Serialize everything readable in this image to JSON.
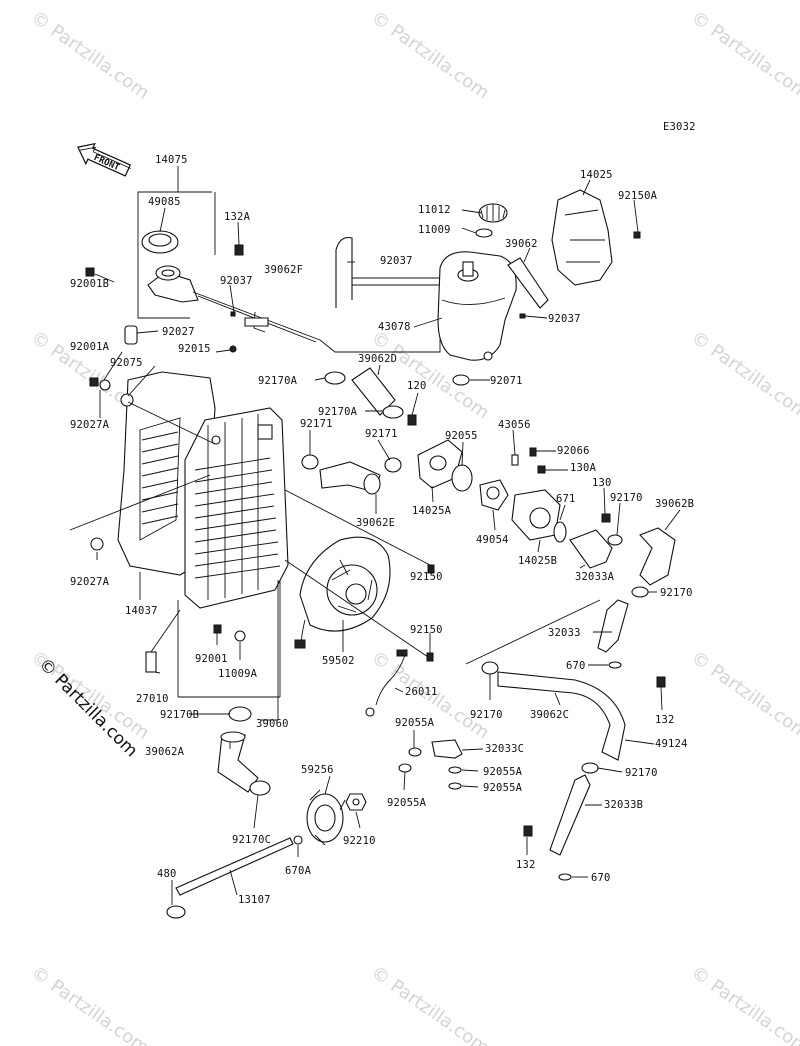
{
  "diagram_code": "E3032",
  "front_label": "FRONT",
  "copyright": "© Partzilla.com",
  "watermark": "© Partzilla.com",
  "callouts": [
    {
      "id": "c-14075",
      "label": "14075"
    },
    {
      "id": "c-49085",
      "label": "49085"
    },
    {
      "id": "c-132A",
      "label": "132A"
    },
    {
      "id": "c-92001B",
      "label": "92001B"
    },
    {
      "id": "c-92037a",
      "label": "92037"
    },
    {
      "id": "c-92027",
      "label": "92027"
    },
    {
      "id": "c-92001A",
      "label": "92001A"
    },
    {
      "id": "c-92015",
      "label": "92015"
    },
    {
      "id": "c-92075",
      "label": "92075"
    },
    {
      "id": "c-92027A-top",
      "label": "92027A"
    },
    {
      "id": "c-92027A-bot",
      "label": "92027A"
    },
    {
      "id": "c-14037",
      "label": "14037"
    },
    {
      "id": "c-11012",
      "label": "11012"
    },
    {
      "id": "c-11009",
      "label": "11009"
    },
    {
      "id": "c-14025",
      "label": "14025"
    },
    {
      "id": "c-92150A",
      "label": "92150A"
    },
    {
      "id": "c-39062",
      "label": "39062"
    },
    {
      "id": "c-39062F",
      "label": "39062F"
    },
    {
      "id": "c-92037b",
      "label": "92037"
    },
    {
      "id": "c-43078",
      "label": "43078"
    },
    {
      "id": "c-92037c",
      "label": "92037"
    },
    {
      "id": "c-39062D",
      "label": "39062D"
    },
    {
      "id": "c-92071",
      "label": "92071"
    },
    {
      "id": "c-92170A-a",
      "label": "92170A"
    },
    {
      "id": "c-120",
      "label": "120"
    },
    {
      "id": "c-92170A-b",
      "label": "92170A"
    },
    {
      "id": "c-92171a",
      "label": "92171"
    },
    {
      "id": "c-92171b",
      "label": "92171"
    },
    {
      "id": "c-92055",
      "label": "92055"
    },
    {
      "id": "c-43056",
      "label": "43056"
    },
    {
      "id": "c-92066",
      "label": "92066"
    },
    {
      "id": "c-130A",
      "label": "130A"
    },
    {
      "id": "c-130",
      "label": "130"
    },
    {
      "id": "c-671",
      "label": "671"
    },
    {
      "id": "c-92170-a",
      "label": "92170"
    },
    {
      "id": "c-39062B",
      "label": "39062B"
    },
    {
      "id": "c-39062E",
      "label": "39062E"
    },
    {
      "id": "c-14025A",
      "label": "14025A"
    },
    {
      "id": "c-49054",
      "label": "49054"
    },
    {
      "id": "c-14025B",
      "label": "14025B"
    },
    {
      "id": "c-32033A",
      "label": "32033A"
    },
    {
      "id": "c-92170-b",
      "label": "92170"
    },
    {
      "id": "c-92150a",
      "label": "92150"
    },
    {
      "id": "c-92150b",
      "label": "92150"
    },
    {
      "id": "c-32033",
      "label": "32033"
    },
    {
      "id": "c-670a",
      "label": "670"
    },
    {
      "id": "c-92001",
      "label": "92001"
    },
    {
      "id": "c-11009A",
      "label": "11009A"
    },
    {
      "id": "c-59502",
      "label": "59502"
    },
    {
      "id": "c-27010",
      "label": "27010"
    },
    {
      "id": "c-26011",
      "label": "26011"
    },
    {
      "id": "c-92170-c",
      "label": "92170"
    },
    {
      "id": "c-39062C",
      "label": "39062C"
    },
    {
      "id": "c-132a",
      "label": "132"
    },
    {
      "id": "c-92170B",
      "label": "92170B"
    },
    {
      "id": "c-39060",
      "label": "39060"
    },
    {
      "id": "c-39062A",
      "label": "39062A"
    },
    {
      "id": "c-92055A-a",
      "label": "92055A"
    },
    {
      "id": "c-32033C",
      "label": "32033C"
    },
    {
      "id": "c-49124",
      "label": "49124"
    },
    {
      "id": "c-92055A-b",
      "label": "92055A"
    },
    {
      "id": "c-92055A-c",
      "label": "92055A"
    },
    {
      "id": "c-92055A-d",
      "label": "92055A"
    },
    {
      "id": "c-92170-d",
      "label": "92170"
    },
    {
      "id": "c-59256",
      "label": "59256"
    },
    {
      "id": "c-32033B",
      "label": "32033B"
    },
    {
      "id": "c-92210",
      "label": "92210"
    },
    {
      "id": "c-92170C",
      "label": "92170C"
    },
    {
      "id": "c-670A",
      "label": "670A"
    },
    {
      "id": "c-132b",
      "label": "132"
    },
    {
      "id": "c-480",
      "label": "480"
    },
    {
      "id": "c-13107",
      "label": "13107"
    },
    {
      "id": "c-670b",
      "label": "670"
    }
  ]
}
